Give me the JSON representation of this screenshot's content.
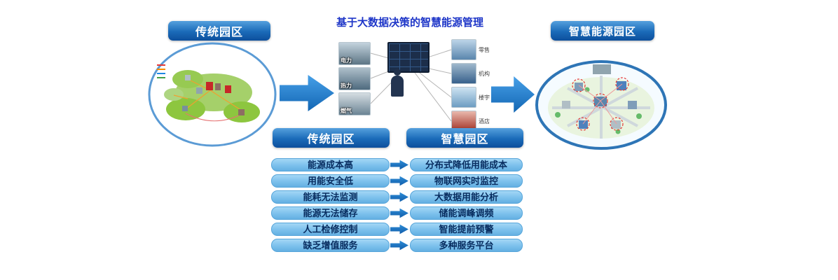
{
  "title": "基于大数据决策的智慧能源管理",
  "left_park": {
    "label": "传统园区"
  },
  "right_park": {
    "label": "智慧能源园区"
  },
  "center": {
    "sources": [
      {
        "label": "电力"
      },
      {
        "label": "热力"
      },
      {
        "label": "燃气"
      }
    ],
    "consumers": [
      {
        "label": "零售"
      },
      {
        "label": "机构"
      },
      {
        "label": "楼宇"
      },
      {
        "label": "酒店"
      }
    ]
  },
  "comparison": {
    "left_header": "传统园区",
    "right_header": "智慧园区",
    "rows": [
      {
        "left": "能源成本高",
        "right": "分布式降低用能成本"
      },
      {
        "left": "用能安全低",
        "right": "物联网实时监控"
      },
      {
        "left": "能耗无法监测",
        "right": "大数据用能分析"
      },
      {
        "left": "能源无法储存",
        "right": "储能调峰调频"
      },
      {
        "left": "人工检修控制",
        "right": "智能提前预警"
      },
      {
        "left": "缺乏增值服务",
        "right": "多种服务平台"
      }
    ]
  },
  "colors": {
    "accent_blue": "#1a6ab8",
    "light_box_blue": "#7cc0ec",
    "title_blue": "#1e36c8"
  }
}
